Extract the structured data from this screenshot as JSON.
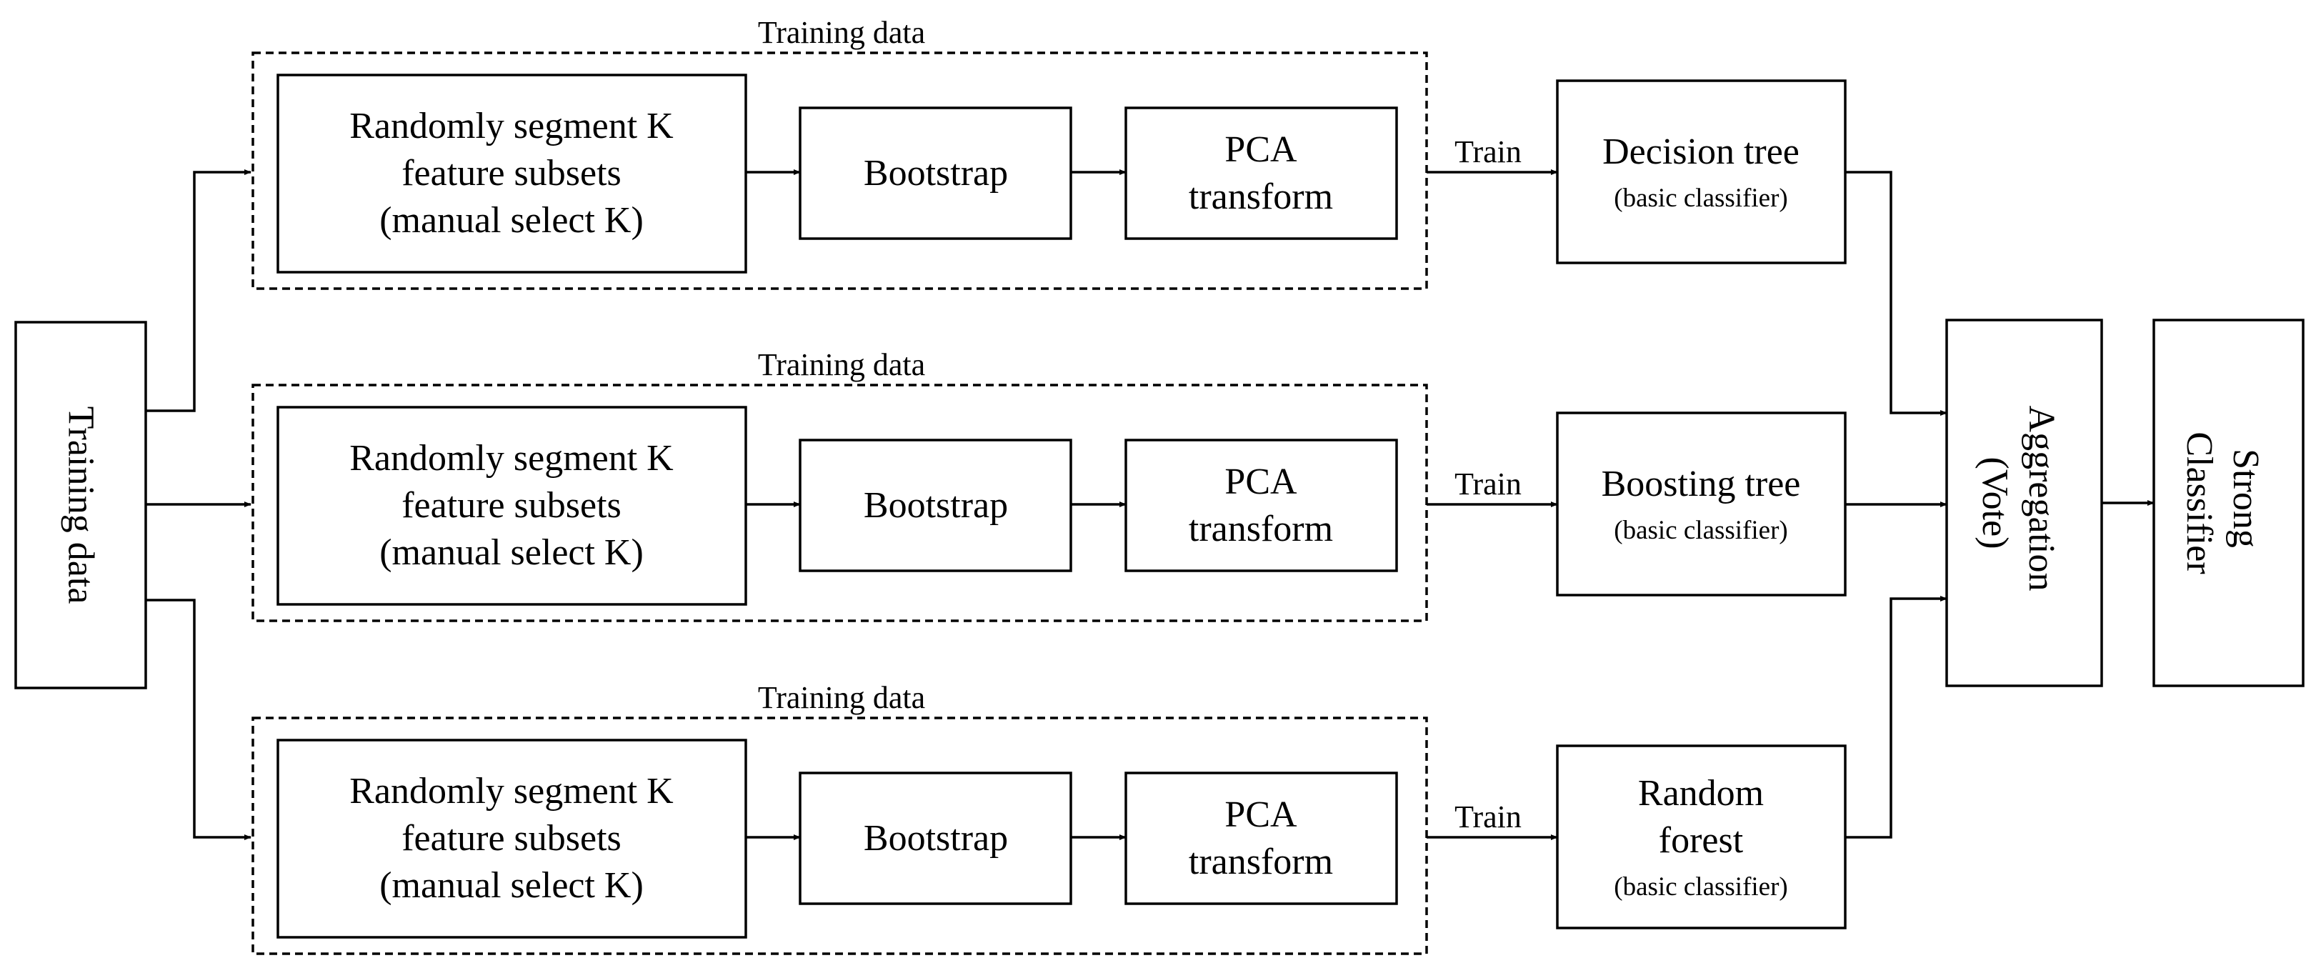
{
  "input": {
    "label": "Training data"
  },
  "branches": [
    {
      "group_label": "Training data",
      "segment": [
        "Randomly segment K",
        "feature subsets",
        "(manual select K)"
      ],
      "bootstrap": "Bootstrap",
      "pca": [
        "PCA",
        "transform"
      ],
      "train_label": "Train",
      "classifier": [
        "Decision tree"
      ],
      "classifier_note": "(basic classifier)"
    },
    {
      "group_label": "Training data",
      "segment": [
        "Randomly segment K",
        "feature subsets",
        "(manual select K)"
      ],
      "bootstrap": "Bootstrap",
      "pca": [
        "PCA",
        "transform"
      ],
      "train_label": "Train",
      "classifier": [
        "Boosting tree"
      ],
      "classifier_note": "(basic classifier)"
    },
    {
      "group_label": "Training data",
      "segment": [
        "Randomly segment K",
        "feature subsets",
        "(manual select K)"
      ],
      "bootstrap": "Bootstrap",
      "pca": [
        "PCA",
        "transform"
      ],
      "train_label": "Train",
      "classifier": [
        "Random",
        "forest"
      ],
      "classifier_note": "(basic classifier)"
    }
  ],
  "aggregation": {
    "lines": [
      "Aggregation",
      "(Vote)"
    ]
  },
  "output": {
    "lines": [
      "Strong",
      "Classifier"
    ]
  }
}
